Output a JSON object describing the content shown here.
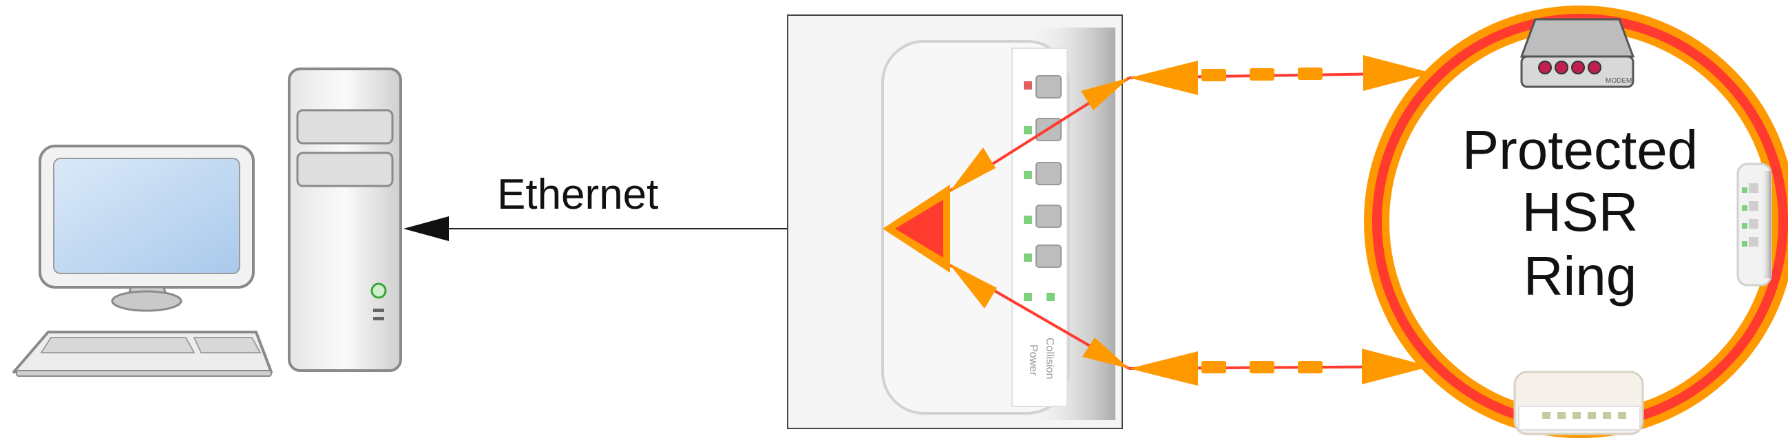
{
  "labels": {
    "link": "Ethernet",
    "ring_line1": "Protected",
    "ring_line2": "HSR",
    "ring_line3": "Ring"
  },
  "device_text": {
    "switch_port_a": "Power",
    "switch_port_b": "Collision",
    "modem_label": "MODEM"
  },
  "colors": {
    "ring_outer": "#ff9900",
    "ring_inner": "#ff3b30",
    "link_red": "#ff3b30",
    "arrow_orange": "#ff9900",
    "screen_blue": "#b9d6f2",
    "led_green": "#7fd07f",
    "led_red": "#e06060",
    "modem_led": "#c02050"
  }
}
